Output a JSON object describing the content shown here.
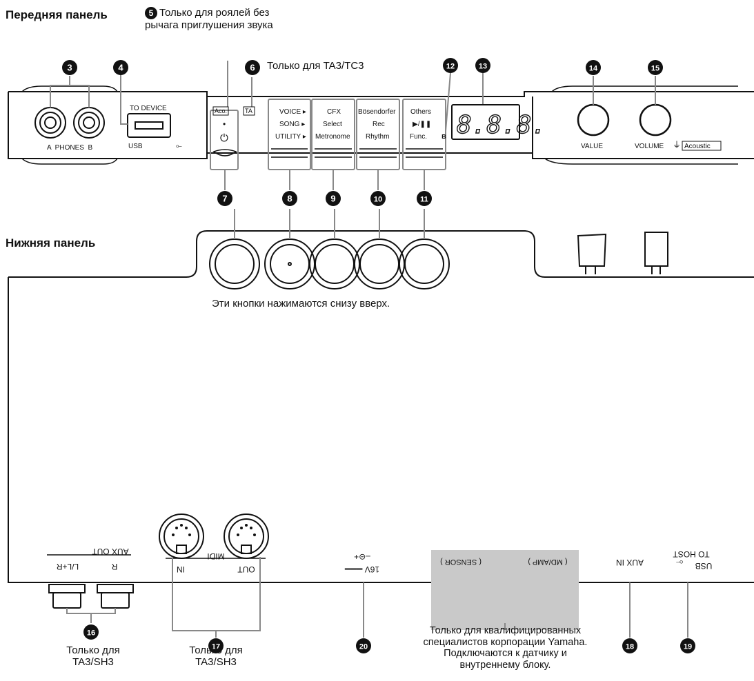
{
  "front_panel": {
    "title": "Передняя панель",
    "note5": "Только для роялей без\nрычага приглушения звука",
    "note6": "Только для TA3/TC3",
    "labels": {
      "phones": "A  PHONES  B",
      "to_device": "TO DEVICE",
      "usb": "USB",
      "aco": "Aco.",
      "ta": "TA",
      "dot": "•",
      "power": "⏻",
      "col8": [
        "VOICE ▸",
        "SONG ▸",
        "UTILITY ▸"
      ],
      "col9": [
        "CFX",
        "Select",
        "Metronome"
      ],
      "col10": [
        "Bösendorfer",
        "Rec",
        "Rhythm"
      ],
      "col11": [
        "Others",
        "▶/❚❚",
        "Func."
      ],
      "bt": "ʙ",
      "display": "8.8.8.",
      "value": "VALUE",
      "volume": "VOLUME",
      "acoustic": "Acoustic"
    }
  },
  "bottom_panel": {
    "title": "Нижняя панель",
    "note_buttons": "Эти кнопки нажимаются снизу вверх.",
    "labels": {
      "aux_out": "AUX OUT",
      "l_lr": "L/L+R",
      "r": "R",
      "midi": "MIDI",
      "in": "IN",
      "out": "OUT",
      "dc_symbol": "–⊝+",
      "dc": "16V ═══",
      "sensor": "( SENSOR )",
      "md_amp": "( MD/AMP )",
      "aux_in": "AUX IN",
      "usb_to_host_1": "TO HOST",
      "usb_to_host_2": "USB"
    },
    "note16": "Только для\nTA3/SH3",
    "note17": "Только для\nTA3/SH3",
    "note_service": "Только для квалифицированных\nспециалистов корпорации Yamaha.\nПодключаются к датчику и\nвнутреннему блоку."
  },
  "callouts": [
    "3",
    "4",
    "5",
    "6",
    "7",
    "8",
    "9",
    "10",
    "11",
    "12",
    "13",
    "14",
    "15",
    "16",
    "17",
    "18",
    "19",
    "20"
  ]
}
